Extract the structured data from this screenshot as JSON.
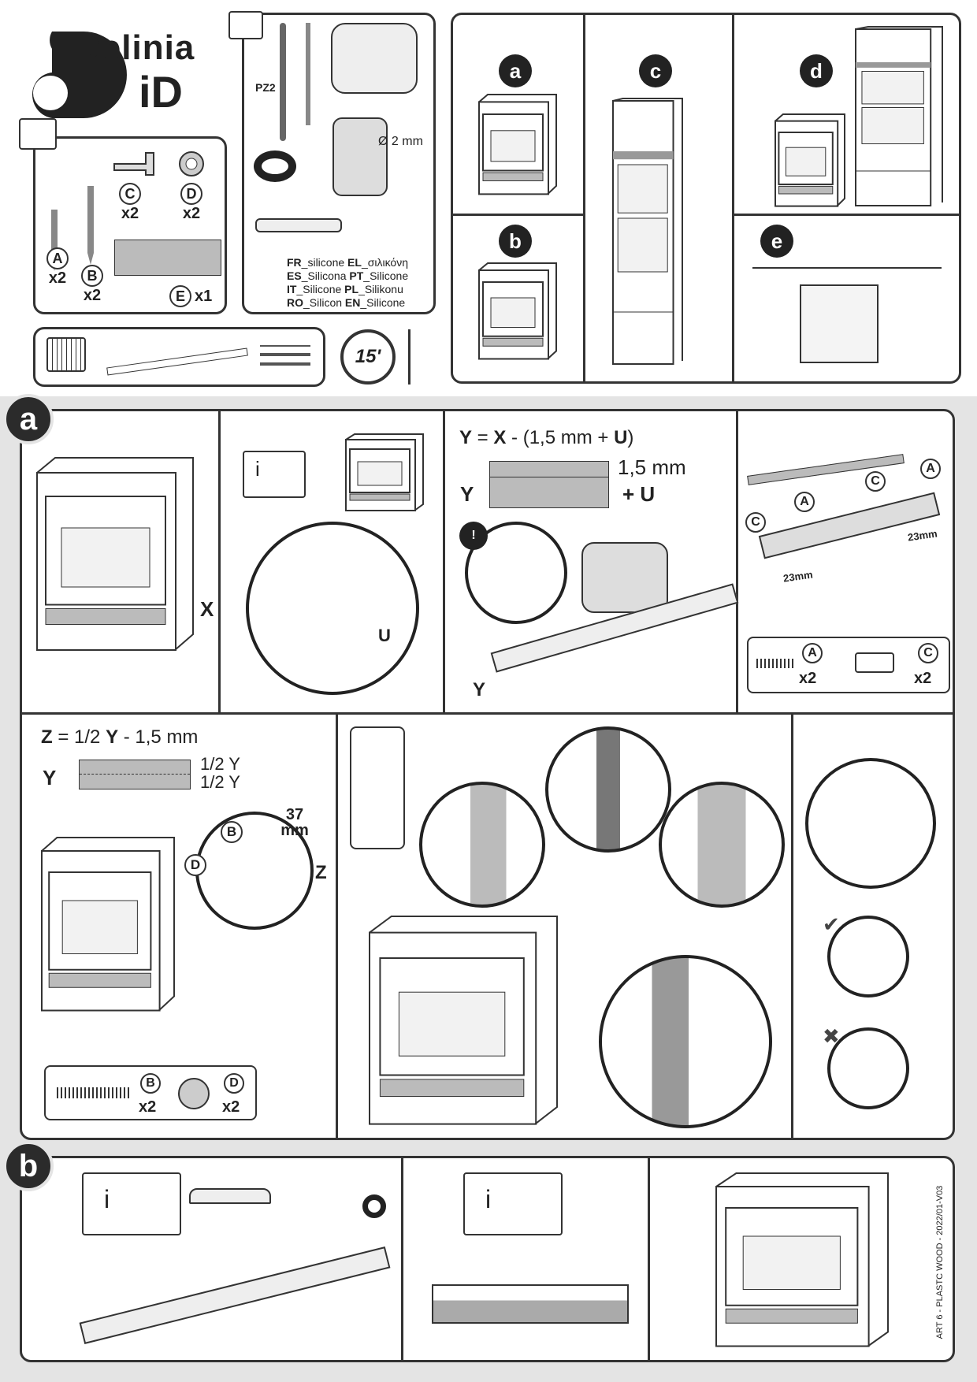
{
  "logo": {
    "brand": "Delinia",
    "sub": "iD"
  },
  "hardware": {
    "items": [
      {
        "letter": "A",
        "qty": "x2"
      },
      {
        "letter": "B",
        "qty": "x2"
      },
      {
        "letter": "C",
        "qty": "x2"
      },
      {
        "letter": "D",
        "qty": "x2"
      },
      {
        "letter": "E",
        "qty": "x1"
      }
    ]
  },
  "tools": {
    "screwdriver": "PZ2",
    "drill_bit": "Ø 2 mm",
    "silicone": [
      {
        "c1": "FR",
        "t1": "_silicone",
        "c2": "EL",
        "t2": "_σιλικόνη"
      },
      {
        "c1": "ES",
        "t1": "_Silicona",
        "c2": "PT",
        "t2": "_Silicone"
      },
      {
        "c1": "IT",
        "t1": "_Silicone",
        "c2": "PL",
        "t2": "_Silikonu"
      },
      {
        "c1": "RO",
        "t1": "_Silicon",
        "c2": "EN",
        "t2": "_Silicone"
      }
    ]
  },
  "timer": "15'",
  "options": [
    "a",
    "b",
    "c",
    "d",
    "e"
  ],
  "section_a": {
    "badge": "a",
    "x_label": "X",
    "u_label": "U",
    "info": "i",
    "formula_y": {
      "y": "Y",
      "eq": " = ",
      "x": "X",
      "rest": " - (1,5 mm + ",
      "u": "U",
      "close": ")"
    },
    "dim_15": "1,5 mm",
    "plus_u": "+ U",
    "y_label": "Y",
    "y_label2": "Y",
    "rail_labels": {
      "a": "A",
      "c": "C",
      "dim": "23mm"
    },
    "kit1": [
      {
        "letter": "A",
        "qty": "x2"
      },
      {
        "letter": "C",
        "qty": "x2"
      }
    ],
    "formula_z": {
      "z": "Z",
      "rest": " = 1/2 ",
      "y": "Y",
      "tail": " - 1,5 mm"
    },
    "half_y": "1/2 Y",
    "b_label": "B",
    "d_label": "D",
    "dim_37": "37 mm",
    "z_label": "Z",
    "kit2": [
      {
        "letter": "B",
        "qty": "x2"
      },
      {
        "letter": "D",
        "qty": "x2"
      }
    ]
  },
  "section_b": {
    "badge": "b",
    "info": "i"
  },
  "footer": "ART 6 - PLASTC WOOD - 2022/01-V03"
}
